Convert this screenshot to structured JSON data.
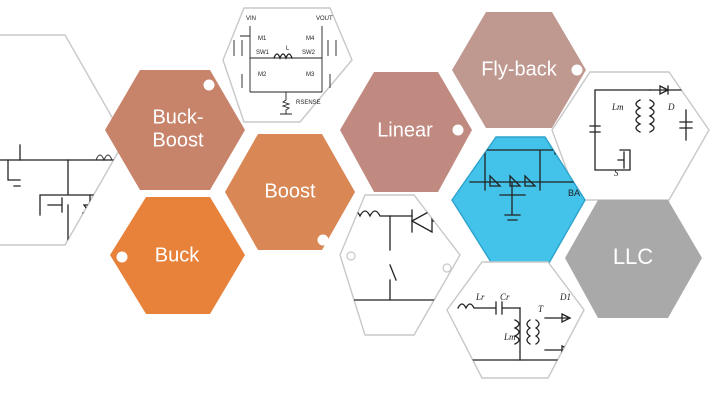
{
  "colors": {
    "buck_boost": "#c8836b",
    "boost": "#d98755",
    "buck": "#e8823a",
    "linear": "#c08a80",
    "flyback": "#bf9890",
    "llc": "#a9a9a9",
    "highlight": "#43c2ea",
    "outline": "#c8c8c8",
    "marker": "#ffffff"
  },
  "hexes": {
    "buck_boost": {
      "line1": "Buck-",
      "line2": "Boost"
    },
    "boost": {
      "label": "Boost"
    },
    "buck": {
      "label": "Buck"
    },
    "linear": {
      "label": "Linear"
    },
    "flyback": {
      "label": "Fly-back"
    },
    "llc": {
      "label": "LLC"
    }
  },
  "schematics": {
    "buck_boost": {
      "vin": "VIN",
      "vout": "VOUT",
      "m1": "M1",
      "m2": "M2",
      "m3": "M3",
      "m4": "M4",
      "sw1": "SW1",
      "sw2": "SW2",
      "l": "L",
      "rsense": "RSENSE"
    },
    "flyback": {
      "lm": "Lm",
      "d": "D",
      "s": "S"
    },
    "highlight": {
      "ba": "BA"
    },
    "llc": {
      "lr": "Lr",
      "cr": "Cr",
      "lm": "Lm",
      "t": "T",
      "d": "D1"
    }
  }
}
